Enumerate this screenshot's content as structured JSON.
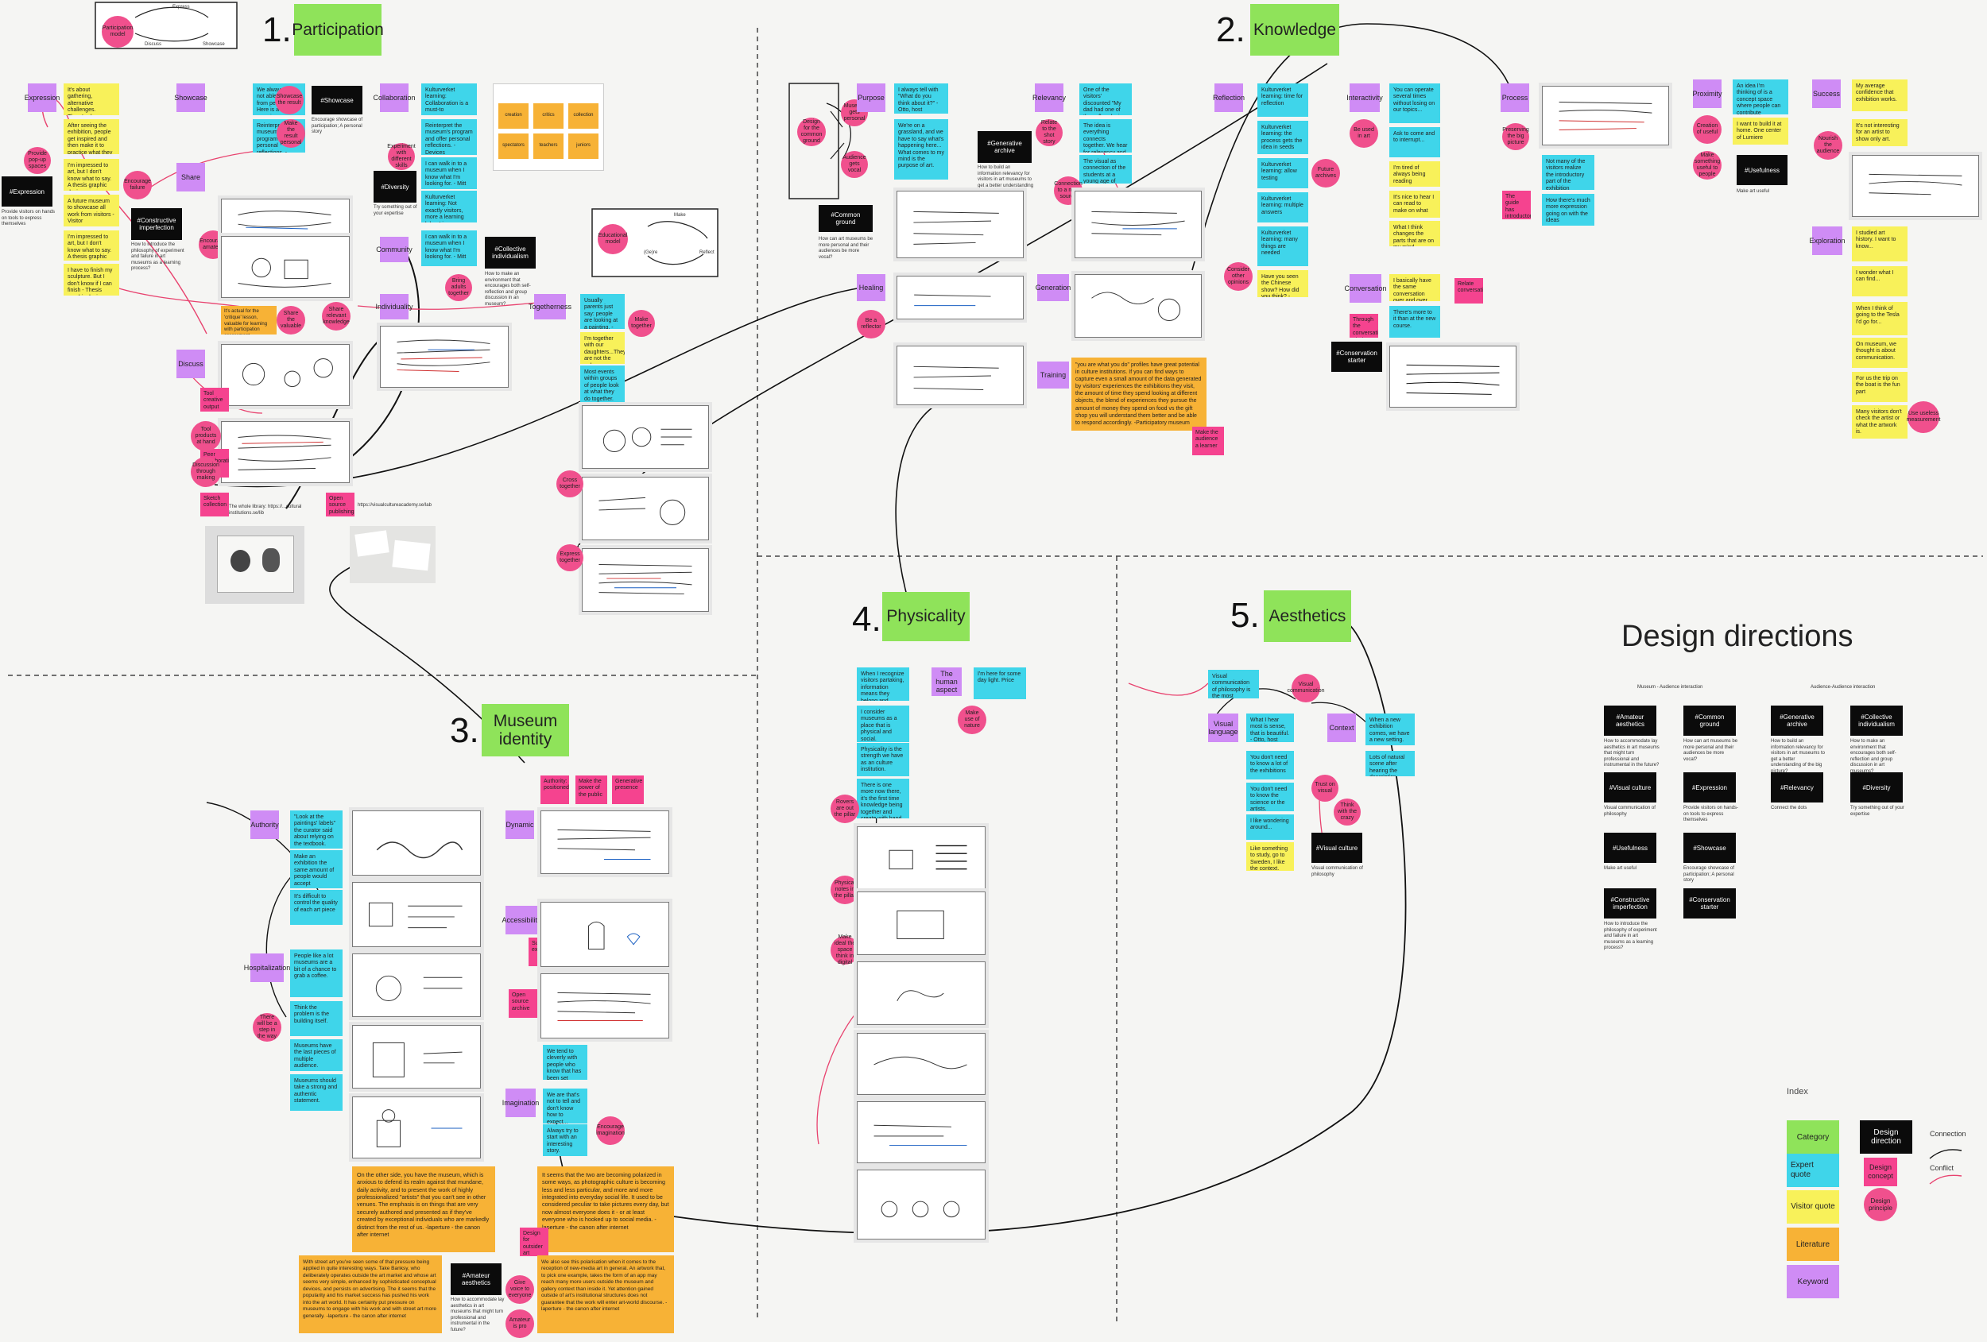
{
  "sections": {
    "participation": {
      "num": "1.",
      "label": "Participation"
    },
    "knowledge": {
      "num": "2.",
      "label": "Knowledge"
    },
    "museum_identity": {
      "num": "3.",
      "label": "Museum\nidentity"
    },
    "physicality": {
      "num": "4.",
      "label": "Physicality"
    },
    "aesthetics": {
      "num": "5.",
      "label": "Aesthetics"
    }
  },
  "design_directions": {
    "title": "Design directions",
    "col1_header": "Museum - Audience interaction",
    "col2_header": "Audience-Audience interaction",
    "items": [
      {
        "tag": "#Amateur aesthetics",
        "desc": "How to accommodate lay aesthetics in art museums that might turn professional and instrumental in the future?"
      },
      {
        "tag": "#Common ground",
        "desc": "How can art museums be more personal and their audiences be more vocal?"
      },
      {
        "tag": "#Generative archive",
        "desc": "How to build an information relevancy for visitors in art museums to get a better understanding of the big picture?"
      },
      {
        "tag": "#Collective individualism",
        "desc": "How to make an environment that encourages both self-reflection and group discussion in art museums?"
      },
      {
        "tag": "#Visual culture",
        "desc": "Visual communication of philosophy"
      },
      {
        "tag": "#Expression",
        "desc": "Provide visitors on hands-on tools to express themselves"
      },
      {
        "tag": "#Relevancy",
        "desc": "Connect the dots"
      },
      {
        "tag": "#Diversity",
        "desc": "Try something out of your expertise"
      },
      {
        "tag": "#Usefulness",
        "desc": "Make art useful"
      },
      {
        "tag": "#Showcase",
        "desc": "Encourage showcase of participation; A personal story"
      },
      {
        "tag": "#Constructive imperfection",
        "desc": "How to introduce the philosophy of experiment and failure in art museums as a learning process?"
      },
      {
        "tag": "#Conservation starter",
        "desc": ""
      }
    ]
  },
  "index": {
    "title": "Index",
    "category": "Category",
    "design_direction": "Design direction",
    "connection": "Connection",
    "expert_quote": "Expert quote",
    "design_concept": "Design concept",
    "conflict": "Conflict",
    "visitor_quote": "Visitor quote",
    "design_principle": "Design principle",
    "literature": "Literature",
    "keyword": "Keyword"
  },
  "top_diagram": {
    "c": "Participation model",
    "a": "Express",
    "b": "Showcase",
    "d": "Discuss"
  },
  "mid_diagram": {
    "c": "Educational model",
    "a": "Make",
    "b": "Reflect",
    "d": "(Ge)re"
  },
  "keywords": {
    "expression": "Expression",
    "showcase": "Showcase",
    "share": "Share",
    "discuss": "Discuss",
    "community": "Community",
    "individuality": "Individuality",
    "togetherness": "Togetherness",
    "collaboration": "Collaboration",
    "purpose": "Purpose",
    "relevancy": "Relevancy",
    "reflection": "Reflection",
    "interactivity": "Interactivity",
    "process": "Process",
    "proximity": "Proximity",
    "success": "Success",
    "exploration": "Exploration",
    "healing": "Healing",
    "generation": "Generation",
    "training": "Training",
    "conversation": "Conversation",
    "the_human_aspect": "The human aspect",
    "visual_language": "Visual language",
    "context": "Context",
    "authority": "Authority",
    "dynamic": "Dynamic",
    "accessibility": "Accessibility",
    "hospitalization": "Hospitalization",
    "imagination": "Imagination"
  },
  "black_tags": {
    "expression": "#Expression",
    "showcase": "#Showcase",
    "diversity": "#Diversity",
    "constructive": "#Constructive imperfection",
    "collective": "#Collective individualism",
    "generative": "#Generative archive",
    "common": "#Common ground",
    "usefulness": "#Usefulness",
    "conservation": "#Conservation starter",
    "visual_culture": "#Visual culture",
    "amateur": "#Amateur aesthetics"
  },
  "black_captions": {
    "expression": "Provide visitors on hands on tools to express themselves",
    "showcase": "Encourage showcase of participation; A personal story",
    "diversity": "Try something out of your expertise",
    "constructive": "How to introduce the philosophy of experiment and failure in art museums as a learning process?",
    "collective": "How to make an environment that encourages both self-reflection and group discussion in an museum?",
    "generative": "How to build an information relevancy for visitors in art museums to get a better understanding of the big picture",
    "common": "How can art museums be more personal and their audiences be more vocal?",
    "usefulness": "Make art useful",
    "visual_culture": "Visual communication of philosophy",
    "amateur": "How to accommodate lay aesthetics in art museums that might turn professional and instrumental in the future?"
  },
  "participation_words": [
    "creation",
    "critics",
    "collection",
    "spectators",
    "teachers",
    "juniors"
  ],
  "literature": {
    "profiles": "\"you are what you do\" profiles have great potential in culture institutions. If you can find ways to capture even a small amount of the data generated by visitors' experiences the exhibitions they visit, the amount of time they spend looking at different objects, the blend of experiences they pursue the amount of money they spend on food vs the gift shop you will understand them better and be able to respond accordingly. -Participatory museum",
    "museum_left": "On the other side, you have the museum, which is anxious to defend its realm against that mundane, daily activity, and to present the work of highly professionalized \"artists\" that you can't see in other venues. The emphasis is on things that are very securely authored and presented as if they've created by exceptional individuals who are markedly distinct from the rest of us. -laperture - the canon after internet",
    "museum_right": "It seems that the two are becoming polarized in some ways, as photographic culture is becoming less and less particular, and more and more integrated into everyday social life. It used to be considered peculiar to take pictures every day, but now almost everyone does it - or at least everyone who is hooked up to social media. -laperture - the canon after internet",
    "bottom_left": "With street art you've seen some of that pressure being applied in quite interesting ways. Take Banksy, who deliberately operates outside the art market and whose art seems very simple, enhanced by sophisticated conceptual devices, and persists on advertising. The it seems that the popularity and his market success has pushed his work into the art world. It has certainly put pressure on museums to engage with his work and with street art more generally. -laperture - the canon after internet",
    "bottom_right": "We also see this polarisation when it comes to the reception of new-media art in general. An artwork that, to pick one example, takes the form of an app may reach many more users outside the museum and gallery context than inside it. Yet attention gained outside of art's institutional structures does not guarantee that the work will enter art-world discourse. -laperture - the canon after internet"
  },
  "quotes": {
    "q1": "It's about gathering, alternative challenges. There's also hands-on critique every member of the lab then review in sketch.",
    "q2": "After seeing the exhibition, people get inspired and then make it to practice what they are doing and be more creative - Visitor",
    "q3": "I'm impressed to art, but I don't know what to say. A thesis graphic designer",
    "q4": "A future museum to showcase all work from visitors - Visitor",
    "q5": "I have to finish my sculpture. But I don't know if I can finish - Thesis graphic designer",
    "q6": "We always are not able to learn from people. Here is a fun exercise. - Devices"
  },
  "expert_quotes": {
    "e1": "Kulturverket learning: Collaboration is a must-to",
    "e2": "Reinterpret the museum's program and offer personal reflections. - Devices",
    "e3": "I can walk in to a museum when I know what I'm looking for. - Mitt",
    "e4": "Kulturverket learning: Not exactly visitors, more a learning lab. - Lisa",
    "e5": "Usually parents just say: people are looking at a painting. - Visitor",
    "e6": "Kulturverket learning: time for reflection",
    "e7": "Kulturverket learning: the process gets the idea in seeds",
    "e8": "Kulturverket learning: allow testing",
    "e9": "Kulturverket learning: multiple answers",
    "e10": "Kulturverket learning: many things are needed"
  },
  "bottom_notes": {
    "left": "The whole library: https://...cultural institutions.se/lib",
    "mid": "https://visualcultureacademy.se/lab"
  }
}
